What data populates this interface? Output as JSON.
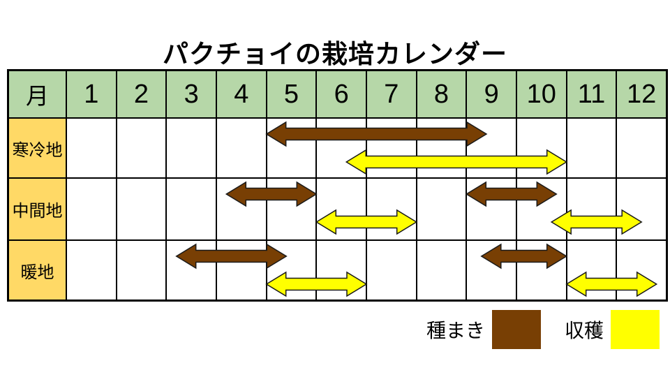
{
  "title": "パクチョイの栽培カレンダー",
  "colors": {
    "header_green": "#b6d7a8",
    "region_gold": "#ffd966",
    "sowing_brown": "#783f04",
    "harvest_yellow": "#ffff00",
    "grid_line": "#000000"
  },
  "legend": {
    "items": [
      {
        "key": "sow",
        "label": "種まき",
        "color": "#783f04"
      },
      {
        "key": "harvest",
        "label": "収穫",
        "color": "#ffff00"
      }
    ]
  },
  "chart_data": {
    "type": "table",
    "subtype": "gantt-cultivation-calendar",
    "title": "パクチョイの栽培カレンダー",
    "columns": [
      "月",
      "1",
      "2",
      "3",
      "4",
      "5",
      "6",
      "7",
      "8",
      "9",
      "10",
      "11",
      "12"
    ],
    "rows": [
      "寒冷地",
      "中間地",
      "暖地"
    ],
    "x_unit": "month",
    "x_range": [
      1,
      13
    ],
    "grid": true,
    "legend_position": "bottom-right",
    "legend": [
      {
        "label": "種まき",
        "color": "#783f04"
      },
      {
        "label": "収穫",
        "color": "#ffff00"
      }
    ],
    "spans": [
      {
        "region": "寒冷地",
        "task": "種まき",
        "start": 5.0,
        "end": 9.4
      },
      {
        "region": "寒冷地",
        "task": "収穫",
        "start": 6.6,
        "end": 11.0
      },
      {
        "region": "中間地",
        "task": "種まき",
        "start": 4.2,
        "end": 6.0
      },
      {
        "region": "中間地",
        "task": "収穫",
        "start": 6.0,
        "end": 8.0
      },
      {
        "region": "中間地",
        "task": "種まき",
        "start": 9.0,
        "end": 10.8
      },
      {
        "region": "中間地",
        "task": "収穫",
        "start": 10.7,
        "end": 12.5
      },
      {
        "region": "暖地",
        "task": "種まき",
        "start": 3.2,
        "end": 5.4
      },
      {
        "region": "暖地",
        "task": "収穫",
        "start": 5.0,
        "end": 7.0
      },
      {
        "region": "暖地",
        "task": "種まき",
        "start": 9.3,
        "end": 11.0
      },
      {
        "region": "暖地",
        "task": "収穫",
        "start": 11.0,
        "end": 12.8
      }
    ]
  }
}
